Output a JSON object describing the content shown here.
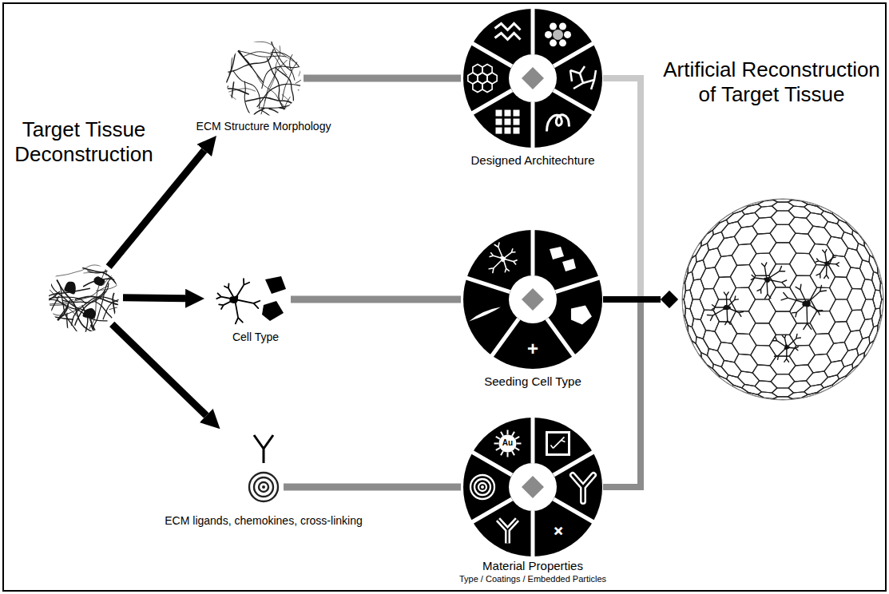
{
  "diagram": {
    "nodes": [
      {
        "text": [
          "Target Tissue Deconstruction"
        ]
      },
      {
        "text": [
          "ECM Structure Morphology"
        ]
      },
      {
        "text": [
          "Cell Type"
        ]
      },
      {
        "text": [
          "ECM ligands, chemokines, cross-linking"
        ]
      },
      {
        "text": [
          "Designed Architechture"
        ]
      },
      {
        "text": [
          "Seeding Cell Type"
        ]
      },
      {
        "text": [
          "Material Properties",
          "Type / Coatings / Embedded Particles"
        ]
      },
      {
        "text": [
          "Artificial Reconstruction of Target Tissue"
        ]
      }
    ],
    "edges": [
      {
        "from": 0,
        "to": 1,
        "arrow": "to"
      },
      {
        "from": 0,
        "to": 2,
        "arrow": "to"
      },
      {
        "from": 0,
        "to": 3,
        "arrow": "to"
      },
      {
        "from": 1,
        "to": 4,
        "arrow": "none"
      },
      {
        "from": 2,
        "to": 5,
        "arrow": "none"
      },
      {
        "from": 3,
        "to": 6,
        "arrow": "none"
      },
      {
        "from": 4,
        "to": 7,
        "arrow": "to"
      },
      {
        "from": 5,
        "to": 7,
        "arrow": "to"
      },
      {
        "from": 6,
        "to": 7,
        "arrow": "to"
      }
    ],
    "labels": [
      "+",
      "Au",
      "+"
    ]
  }
}
